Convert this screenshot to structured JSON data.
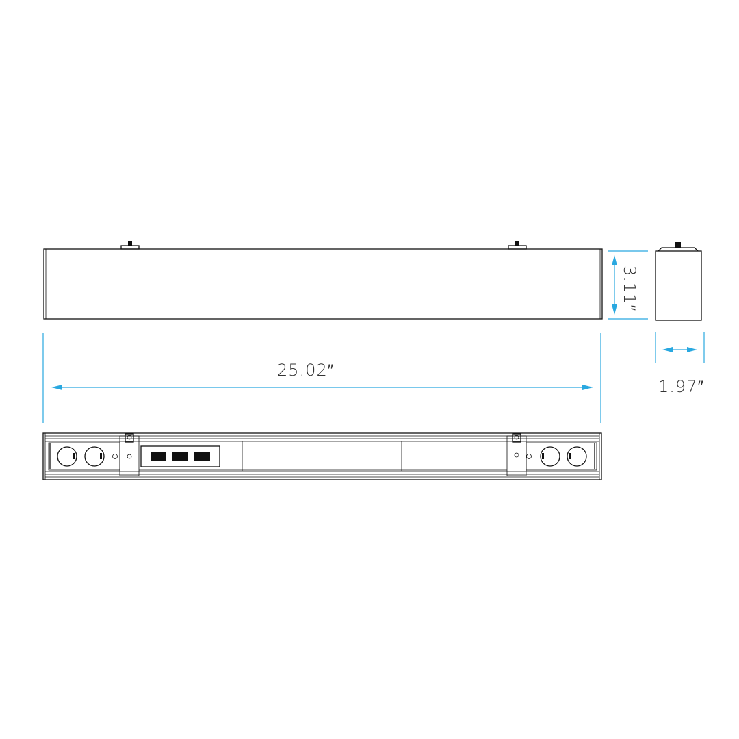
{
  "dimensions": {
    "length": "25.02″",
    "height": "3.11″",
    "width": "1.97″"
  },
  "colors": {
    "dimension_line": "#29a8e0",
    "outline": "#111111"
  }
}
